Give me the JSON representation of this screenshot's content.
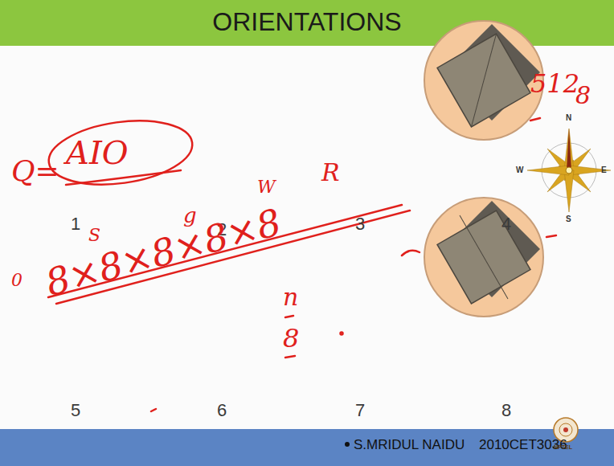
{
  "diagram": {
    "title": "ORIENTATIONS",
    "labels": [
      "1",
      "2",
      "3",
      "4",
      "5",
      "6",
      "7",
      "8",
      "N",
      "E",
      "S",
      "W",
      "Q=",
      "AIO",
      "8×8×8×8×8",
      "S",
      "g",
      "W",
      "R",
      "0",
      "n",
      "8",
      "512",
      "8",
      "S.MRIDUL NAIDU",
      "2010CET3036",
      "NPTEL"
    ]
  }
}
